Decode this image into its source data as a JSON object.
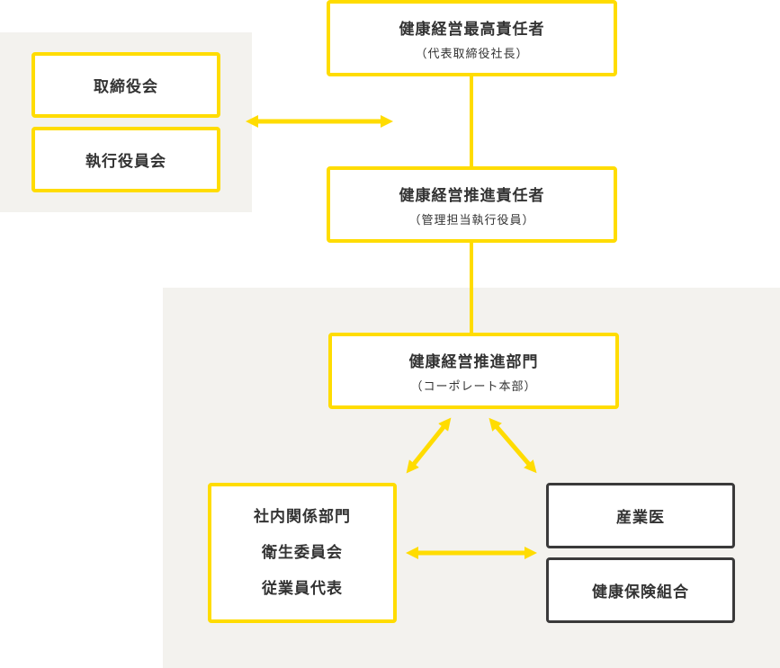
{
  "colors": {
    "accent": "#ffdc00",
    "panel": "#f3f2ee",
    "dark_border": "#3a3a3a",
    "text": "#333333"
  },
  "ceo": {
    "title": "健康経営最高責任者",
    "sub": "（代表取締役社長）"
  },
  "board": {
    "label": "取締役会"
  },
  "exec_board": {
    "label": "執行役員会"
  },
  "promo_officer": {
    "title": "健康経営推進責任者",
    "sub": "（管理担当執行役員）"
  },
  "promo_dept": {
    "title": "健康経営推進部門",
    "sub": "（コーポレート本部）"
  },
  "internal": {
    "lines": [
      "社内関係部門",
      "衛生委員会",
      "従業員代表"
    ]
  },
  "doctor": {
    "label": "産業医"
  },
  "insurance": {
    "label": "健康保険組合"
  }
}
